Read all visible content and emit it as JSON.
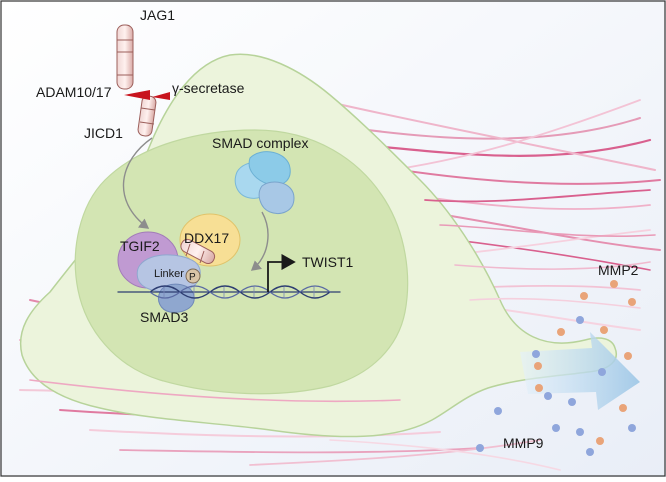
{
  "labels": {
    "jag1": "JAG1",
    "adam": "ADAM10/17",
    "gamma_secretase": "γ-secretase",
    "jicd1": "JICD1",
    "smad_complex": "SMAD complex",
    "tgif2": "TGIF2",
    "ddx17": "DDX17",
    "linker": "Linker",
    "phospho": "P",
    "smad3": "SMAD3",
    "twist1": "TWIST1",
    "mmp2": "MMP2",
    "mmp9": "MMP9"
  },
  "colors": {
    "cell": "#ecf4dc",
    "nucleus": "#d3e5b3",
    "fibers": "#d9608e",
    "smad_complex": "#8ccbe8",
    "tgif2": "#c09ad2",
    "ddx17": "#f7df95",
    "smad3": "#8fa7cf",
    "dna": "#2d3d72",
    "cleavage": "#c8141e",
    "mmp2_dot": "#e9a479",
    "mmp9_dot": "#8fa6dc",
    "arrow": "#a8cde8"
  }
}
